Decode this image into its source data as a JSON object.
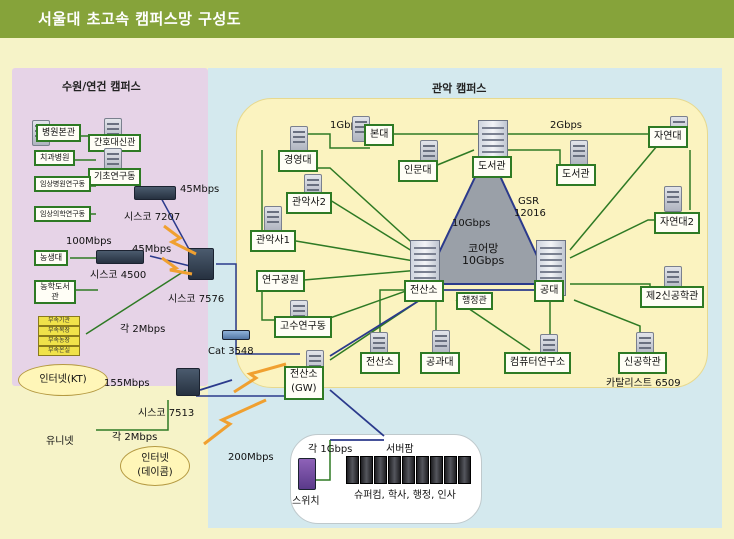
{
  "title": "서울대 초고속 캠퍼스망 구성도",
  "left_campus": {
    "header": "수원/연건 캠퍼스",
    "nodes": [
      "병원본관",
      "간호대신관",
      "치과병원",
      "기초연구동",
      "임상병원연구동",
      "임상의학연구동",
      "농생대",
      "농학도서관"
    ],
    "stack_labels": [
      "부속기관",
      "부속목장",
      "부속농장",
      "부속온실"
    ],
    "link_45_1": "45Mbps",
    "router_7207": "시스코 7207",
    "link_100": "100Mbps",
    "link_45_2": "45Mbps",
    "router_4500": "시스코 4500",
    "router_7576": "시스코 7576",
    "link_2m": "각 2Mbps"
  },
  "right_campus": {
    "header": "관악 캠퍼스",
    "link_1g": "1Gbps",
    "link_2g": "2Gbps",
    "link_10g": "10Gbps",
    "core_label": "코어망",
    "core_speed": "10Gbps",
    "gsr_label": "GSR",
    "gsr_model": "12016",
    "nodes": {
      "bon": "본대",
      "library": "도서관",
      "library2": "도서관",
      "nat1": "자연대",
      "business": "경영대",
      "humanities": "인문대",
      "gwanak2": "관악사2",
      "nat2": "자연대2",
      "gwanak1": "관악사1",
      "research": "연구공원",
      "computer_center": "전산소",
      "eng": "공대",
      "eng2": "제2신공학관",
      "admin": "행정관",
      "advanced": "고수연구동",
      "comp2": "전산소",
      "engcollege": "공과대",
      "comp_research": "컴퓨터연구소",
      "new_eng": "신공학관",
      "catalyst": "카탈리스트 6509"
    }
  },
  "bottom": {
    "cat": "Cat 3548",
    "gw_line1": "전산소",
    "gw_line2": "(GW)",
    "internet_kt": "인터넷(KT)",
    "link_155": "155Mbps",
    "router_7513": "시스코 7513",
    "uninet": "유니넷",
    "link_2m_each": "각 2Mbps",
    "internet_dacom_line1": "인터넷",
    "internet_dacom_line2": "(데이콤)",
    "link_200": "200Mbps",
    "server_link": "각 1Gbps",
    "server_farm": "서버팜",
    "switch": "스위치",
    "server_types": "슈퍼컴, 학사, 행정, 인사"
  },
  "colors": {
    "title_bar": "#86a33a",
    "left_region": "#e6d3e7",
    "right_region": "#d4e9ee",
    "campus_area": "#fbf3c0",
    "link_green": "#2e7a24",
    "link_blue": "#2b3a8c",
    "core_triangle": "#9aa0a8",
    "bolt": "#f0a030"
  }
}
